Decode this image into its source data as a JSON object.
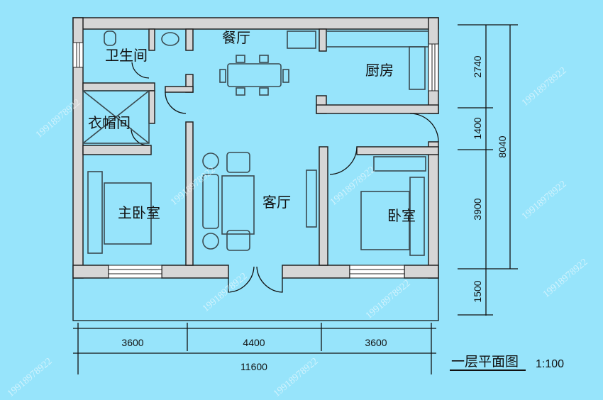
{
  "rooms": {
    "bathroom": "卫生间",
    "dining": "餐厅",
    "kitchen": "厨房",
    "closet": "衣帽间",
    "master_bedroom": "主卧室",
    "living_room": "客厅",
    "bedroom": "卧室"
  },
  "dimensions": {
    "horizontal": [
      "3600",
      "4400",
      "3600"
    ],
    "horizontal_total": "11600",
    "vertical": [
      "2740",
      "1400",
      "3900",
      "1500"
    ],
    "vertical_total": "8040"
  },
  "title": "一层平面图",
  "scale": "1:100",
  "watermark": "19918978922",
  "colors": {
    "background": "#97e4fb",
    "wall": "#d6d6d6"
  }
}
